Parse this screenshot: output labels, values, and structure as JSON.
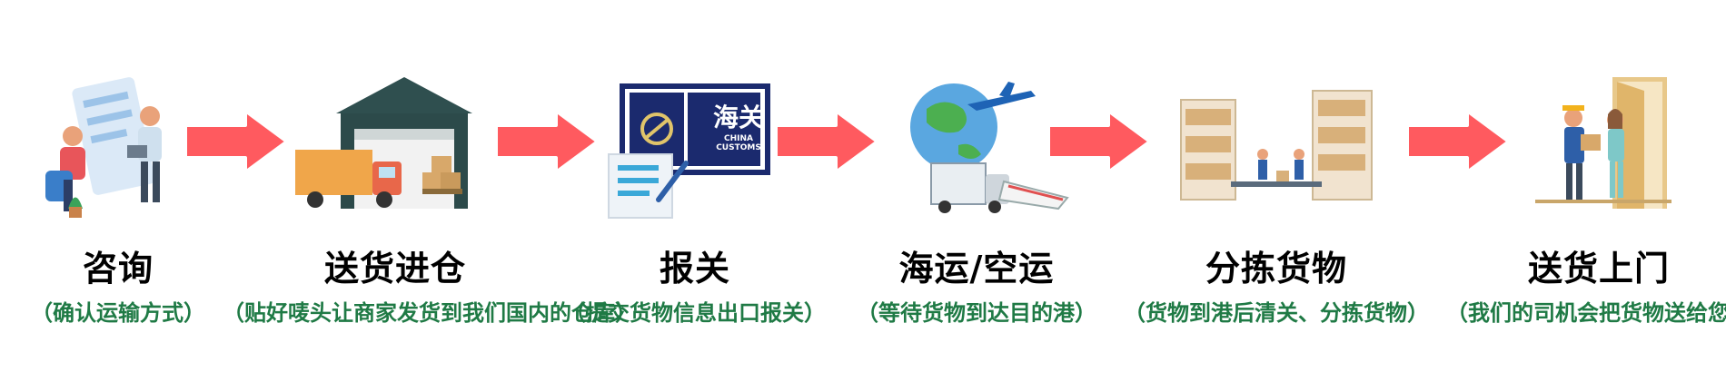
{
  "colors": {
    "arrow": "#ff5a5f",
    "subtitle": "#1f7a45"
  },
  "steps": [
    {
      "title": "咨询",
      "subtitle": "（确认运输方式）"
    },
    {
      "title": "送货进仓",
      "subtitle": "（贴好唛头让商家发货到我们国内的仓库）"
    },
    {
      "title": "报关",
      "subtitle": "（提交货物信息出口报关）"
    },
    {
      "title": "海运/空运",
      "subtitle": "（等待货物到达目的港）"
    },
    {
      "title": "分拣货物",
      "subtitle": "（货物到港后清关、分拣货物）"
    },
    {
      "title": "送货上门",
      "subtitle": "（我们的司机会把货物送给您）"
    }
  ],
  "customs_sign": {
    "seal_text": "海关",
    "english": "CHINA CUSTOMS"
  }
}
